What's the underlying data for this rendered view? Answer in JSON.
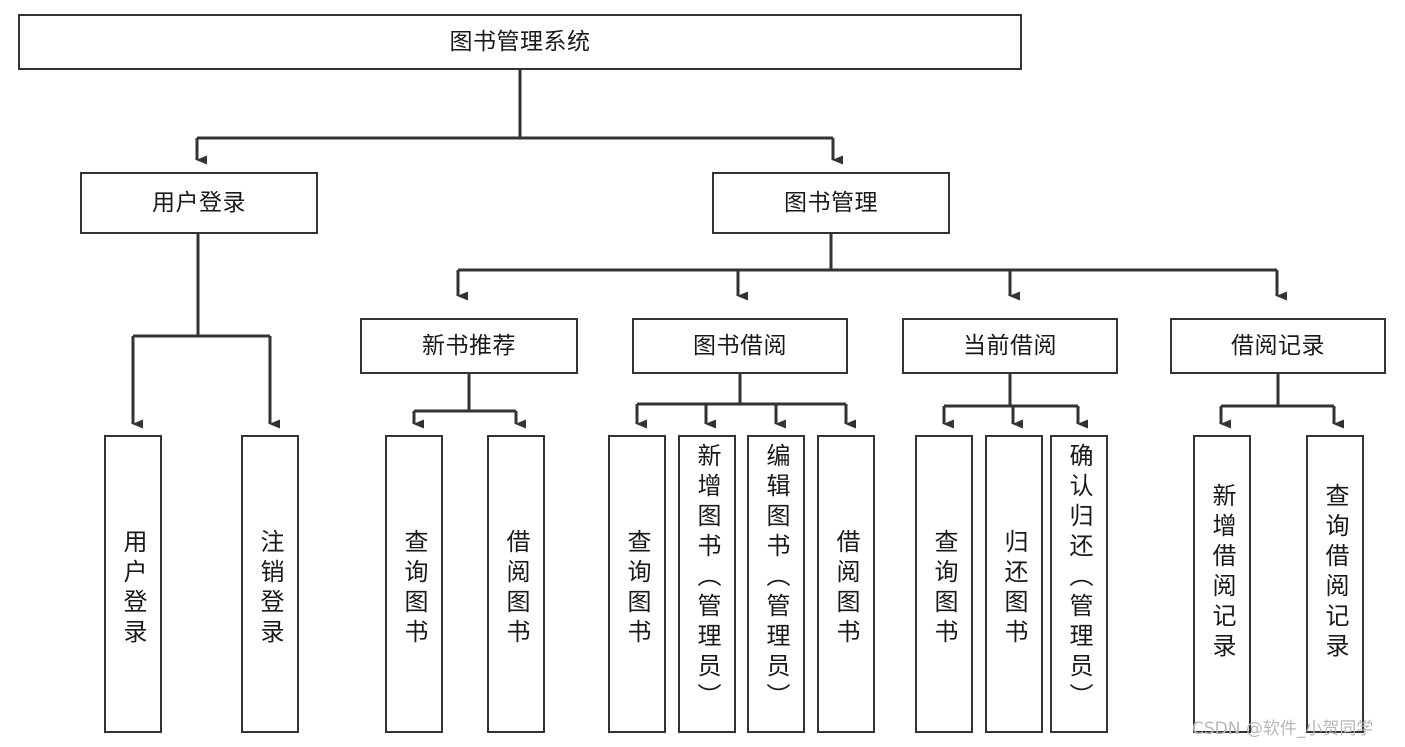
{
  "diagram": {
    "title": "图书管理系统",
    "type": "tree-hierarchy-chart",
    "colors": {
      "box_border": "#333333",
      "box_fill": "#ffffff",
      "connector": "#333333",
      "text": "#1a1a1a",
      "watermark": "#b8b8b8",
      "background": "#ffffff"
    },
    "root": {
      "label": "图书管理系统"
    },
    "level2": [
      {
        "label": "用户登录"
      },
      {
        "label": "图书管理"
      }
    ],
    "level3": [
      {
        "label": "新书推荐"
      },
      {
        "label": "图书借阅"
      },
      {
        "label": "当前借阅"
      },
      {
        "label": "借阅记录"
      }
    ],
    "leaves": {
      "user_login": [
        {
          "label": "用户登录"
        },
        {
          "label": "注销登录"
        }
      ],
      "new_book_recommend": [
        {
          "label": "查询图书"
        },
        {
          "label": "借阅图书"
        }
      ],
      "book_borrow": [
        {
          "label": "查询图书"
        },
        {
          "label": "新增图书（管理员）"
        },
        {
          "label": "编辑图书（管理员）"
        },
        {
          "label": "借阅图书"
        }
      ],
      "current_borrow": [
        {
          "label": "查询图书"
        },
        {
          "label": "归还图书"
        },
        {
          "label": "确认归还（管理员）"
        }
      ],
      "borrow_records": [
        {
          "label": "新增借阅记录"
        },
        {
          "label": "查询借阅记录"
        }
      ]
    }
  },
  "watermark": {
    "text": "CSDN @软件_小贺同学"
  }
}
